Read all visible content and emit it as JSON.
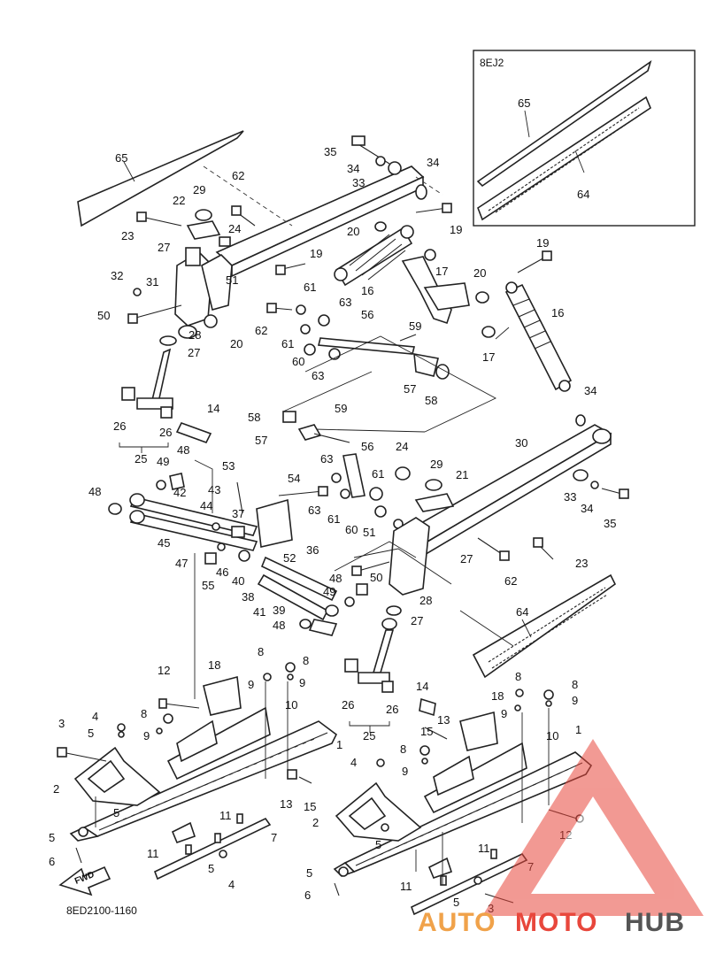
{
  "diagram": {
    "inset_code": "8EJ2",
    "code": "8ED2100-1160",
    "fwd_label": "FWD"
  },
  "callouts": [
    {
      "id": "c65a",
      "text": "65"
    },
    {
      "id": "c35a",
      "text": "35"
    },
    {
      "id": "c34a",
      "text": "34"
    },
    {
      "id": "c34b",
      "text": "34"
    },
    {
      "id": "c33a",
      "text": "33"
    },
    {
      "id": "c62a",
      "text": "62"
    },
    {
      "id": "c29a",
      "text": "29"
    },
    {
      "id": "c22a",
      "text": "22"
    },
    {
      "id": "c23a",
      "text": "23"
    },
    {
      "id": "c24a",
      "text": "24"
    },
    {
      "id": "c27a",
      "text": "27"
    },
    {
      "id": "c20a",
      "text": "20"
    },
    {
      "id": "c19a",
      "text": "19"
    },
    {
      "id": "c19b",
      "text": "19"
    },
    {
      "id": "c17a",
      "text": "17"
    },
    {
      "id": "c16a",
      "text": "16"
    },
    {
      "id": "c32a",
      "text": "32"
    },
    {
      "id": "c31a",
      "text": "31"
    },
    {
      "id": "c51a",
      "text": "51"
    },
    {
      "id": "c61a",
      "text": "61"
    },
    {
      "id": "c50a",
      "text": "50"
    },
    {
      "id": "c62b",
      "text": "62"
    },
    {
      "id": "c63a",
      "text": "63"
    },
    {
      "id": "c56a",
      "text": "56"
    },
    {
      "id": "c28a",
      "text": "28"
    },
    {
      "id": "c20b",
      "text": "20"
    },
    {
      "id": "c61b",
      "text": "61"
    },
    {
      "id": "c59a",
      "text": "59"
    },
    {
      "id": "c27b",
      "text": "27"
    },
    {
      "id": "c60a",
      "text": "60"
    },
    {
      "id": "c63b",
      "text": "63"
    },
    {
      "id": "c57a",
      "text": "57"
    },
    {
      "id": "c58a",
      "text": "58"
    },
    {
      "id": "c26a",
      "text": "26"
    },
    {
      "id": "c26b",
      "text": "26"
    },
    {
      "id": "c25a",
      "text": "25"
    },
    {
      "id": "c14a",
      "text": "14"
    },
    {
      "id": "c58b",
      "text": "58"
    },
    {
      "id": "c59b",
      "text": "59"
    },
    {
      "id": "c57b",
      "text": "57"
    },
    {
      "id": "c56b",
      "text": "56"
    },
    {
      "id": "c49a",
      "text": "49"
    },
    {
      "id": "c48a",
      "text": "48"
    },
    {
      "id": "c53a",
      "text": "53"
    },
    {
      "id": "c63c",
      "text": "63"
    },
    {
      "id": "c24b",
      "text": "24"
    },
    {
      "id": "c29b",
      "text": "29"
    },
    {
      "id": "c21a",
      "text": "21"
    },
    {
      "id": "c30a",
      "text": "30"
    },
    {
      "id": "c20c",
      "text": "20"
    },
    {
      "id": "c17b",
      "text": "17"
    },
    {
      "id": "c16b",
      "text": "16"
    },
    {
      "id": "c19c",
      "text": "19"
    },
    {
      "id": "c34c",
      "text": "34"
    },
    {
      "id": "c33b",
      "text": "33"
    },
    {
      "id": "c34d",
      "text": "34"
    },
    {
      "id": "c35b",
      "text": "35"
    },
    {
      "id": "c48b",
      "text": "48"
    },
    {
      "id": "c42a",
      "text": "42"
    },
    {
      "id": "c43a",
      "text": "43"
    },
    {
      "id": "c54a",
      "text": "54"
    },
    {
      "id": "c44a",
      "text": "44"
    },
    {
      "id": "c37a",
      "text": "37"
    },
    {
      "id": "c63d",
      "text": "63"
    },
    {
      "id": "c61c",
      "text": "61"
    },
    {
      "id": "c61d",
      "text": "61"
    },
    {
      "id": "c60b",
      "text": "60"
    },
    {
      "id": "c51b",
      "text": "51"
    },
    {
      "id": "c45a",
      "text": "45"
    },
    {
      "id": "c47a",
      "text": "47"
    },
    {
      "id": "c46a",
      "text": "46"
    },
    {
      "id": "c52a",
      "text": "52"
    },
    {
      "id": "c36a",
      "text": "36"
    },
    {
      "id": "c55a",
      "text": "55"
    },
    {
      "id": "c40a",
      "text": "40"
    },
    {
      "id": "c27c",
      "text": "27"
    },
    {
      "id": "c23b",
      "text": "23"
    },
    {
      "id": "c50b",
      "text": "50"
    },
    {
      "id": "c62c",
      "text": "62"
    },
    {
      "id": "c48c",
      "text": "48"
    },
    {
      "id": "c49b",
      "text": "49"
    },
    {
      "id": "c38a",
      "text": "38"
    },
    {
      "id": "c41a",
      "text": "41"
    },
    {
      "id": "c39a",
      "text": "39"
    },
    {
      "id": "c28b",
      "text": "28"
    },
    {
      "id": "c27d",
      "text": "27"
    },
    {
      "id": "c64a",
      "text": "64"
    },
    {
      "id": "c64b",
      "text": "64"
    },
    {
      "id": "c65b",
      "text": "65"
    },
    {
      "id": "c48d",
      "text": "48"
    },
    {
      "id": "c12a",
      "text": "12"
    },
    {
      "id": "c18a",
      "text": "18"
    },
    {
      "id": "c8a",
      "text": "8"
    },
    {
      "id": "c8b",
      "text": "8"
    },
    {
      "id": "c9a",
      "text": "9"
    },
    {
      "id": "c9b",
      "text": "9"
    },
    {
      "id": "c10a",
      "text": "10"
    },
    {
      "id": "c4a",
      "text": "4"
    },
    {
      "id": "c8c",
      "text": "8"
    },
    {
      "id": "c3a",
      "text": "3"
    },
    {
      "id": "c5a",
      "text": "5"
    },
    {
      "id": "c9c",
      "text": "9"
    },
    {
      "id": "c1a",
      "text": "1"
    },
    {
      "id": "c2a",
      "text": "2"
    },
    {
      "id": "c5b",
      "text": "5"
    },
    {
      "id": "c13a",
      "text": "13"
    },
    {
      "id": "c15a",
      "text": "15"
    },
    {
      "id": "c11a",
      "text": "11"
    },
    {
      "id": "c7a",
      "text": "7"
    },
    {
      "id": "c5c",
      "text": "5"
    },
    {
      "id": "c11b",
      "text": "11"
    },
    {
      "id": "c6a",
      "text": "6"
    },
    {
      "id": "c5d",
      "text": "5"
    },
    {
      "id": "c4b",
      "text": "4"
    },
    {
      "id": "c14b",
      "text": "14"
    },
    {
      "id": "c26c",
      "text": "26"
    },
    {
      "id": "c26d",
      "text": "26"
    },
    {
      "id": "c25b",
      "text": "25"
    },
    {
      "id": "c18b",
      "text": "18"
    },
    {
      "id": "c8d",
      "text": "8"
    },
    {
      "id": "c8e",
      "text": "8"
    },
    {
      "id": "c9d",
      "text": "9"
    },
    {
      "id": "c9e",
      "text": "9"
    },
    {
      "id": "c13b",
      "text": "13"
    },
    {
      "id": "c15b",
      "text": "15"
    },
    {
      "id": "c10b",
      "text": "10"
    },
    {
      "id": "c1b",
      "text": "1"
    },
    {
      "id": "c8f",
      "text": "8"
    },
    {
      "id": "c9f",
      "text": "9"
    },
    {
      "id": "c4c",
      "text": "4"
    },
    {
      "id": "c2b",
      "text": "2"
    },
    {
      "id": "c5e",
      "text": "5"
    },
    {
      "id": "c12b",
      "text": "12"
    },
    {
      "id": "c11c",
      "text": "11"
    },
    {
      "id": "c7b",
      "text": "7"
    },
    {
      "id": "c5f",
      "text": "5"
    },
    {
      "id": "c11d",
      "text": "11"
    },
    {
      "id": "c5g",
      "text": "5"
    },
    {
      "id": "c6b",
      "text": "6"
    },
    {
      "id": "c3b",
      "text": "3"
    }
  ],
  "watermark": {
    "part_a": "AUTO",
    "part_b": "MOTO",
    "part_c": "HUB",
    "color_a": "#f0a24a",
    "color_b": "#e8473c",
    "color_c": "#555555",
    "triangle_color": "#e8473c"
  }
}
